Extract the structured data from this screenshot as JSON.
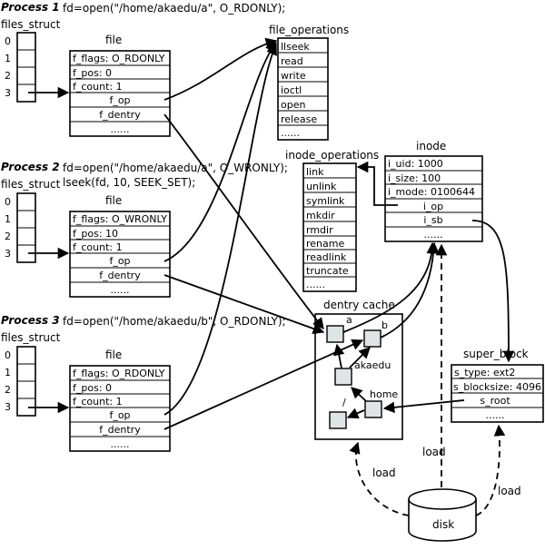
{
  "processes": [
    {
      "label": "Process 1",
      "code": [
        "fd=open(\"/home/akaedu/a\", O_RDONLY);"
      ],
      "files_struct_label": "files_struct",
      "fd_indices": [
        "0",
        "1",
        "2",
        "3"
      ],
      "file_label": "file",
      "file_fields": [
        "f_flags: O_RDONLY",
        "f_pos: 0",
        "f_count: 1",
        "f_op",
        "f_dentry",
        "......"
      ]
    },
    {
      "label": "Process 2",
      "code": [
        "fd=open(\"/home/akaedu/a\", O_WRONLY);",
        "lseek(fd, 10, SEEK_SET);"
      ],
      "files_struct_label": "files_struct",
      "fd_indices": [
        "0",
        "1",
        "2",
        "3"
      ],
      "file_label": "file",
      "file_fields": [
        "f_flags: O_WRONLY",
        "f_pos: 10",
        "f_count: 1",
        "f_op",
        "f_dentry",
        "......"
      ]
    },
    {
      "label": "Process 3",
      "code": [
        "fd=open(\"/home/akaedu/b\", O_RDONLY);"
      ],
      "files_struct_label": "files_struct",
      "fd_indices": [
        "0",
        "1",
        "2",
        "3"
      ],
      "file_label": "file",
      "file_fields": [
        "f_flags: O_RDONLY",
        "f_pos: 0",
        "f_count: 1",
        "f_op",
        "f_dentry",
        "......"
      ]
    }
  ],
  "file_operations": {
    "title": "file_operations",
    "items": [
      "llseek",
      "read",
      "write",
      "ioctl",
      "open",
      "release",
      "......"
    ]
  },
  "inode_operations": {
    "title": "inode_operations",
    "items": [
      "link",
      "unlink",
      "symlink",
      "mkdir",
      "rmdir",
      "rename",
      "readlink",
      "truncate",
      "......"
    ]
  },
  "inode": {
    "title": "inode",
    "fields": [
      "i_uid: 1000",
      "i_size: 100",
      "i_mode: 0100644",
      "i_op",
      "i_sb",
      "......"
    ]
  },
  "super_block": {
    "title": "super_block",
    "fields": [
      "s_type: ext2",
      "s_blocksize: 4096",
      "s_root",
      "......"
    ]
  },
  "dentry_cache": {
    "title": "dentry cache",
    "nodes": [
      "a",
      "b",
      "akaedu",
      "home",
      "/"
    ]
  },
  "disk": {
    "label": "disk",
    "load_labels": [
      "load",
      "load",
      "load"
    ]
  }
}
